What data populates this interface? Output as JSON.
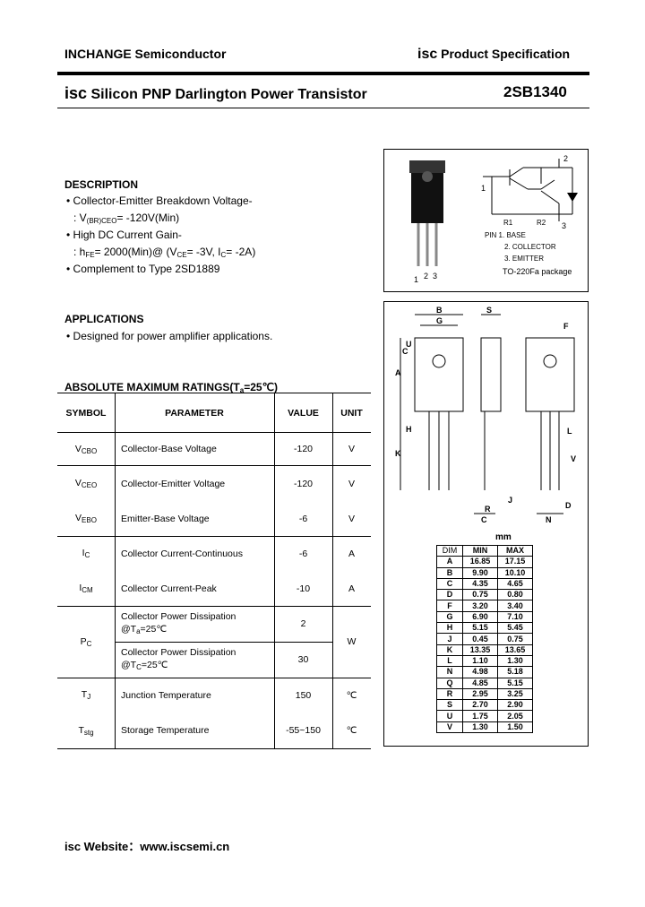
{
  "header": {
    "company": "INCHANGE Semiconductor",
    "spec_prefix": "isc",
    "spec_text": "Product Specification"
  },
  "title": {
    "prefix": "isc",
    "text": "Silicon PNP Darlington Power Transistor",
    "part_number": "2SB1340"
  },
  "description": {
    "heading": "DESCRIPTION",
    "line1": "• Collector-Emitter Breakdown Voltage-",
    "line2_pre": ": V",
    "line2_sub": "(BR)CEO",
    "line2_post": "= -120V(Min)",
    "line3": "• High DC Current Gain-",
    "line4_pre": ": h",
    "line4_sub1": "FE",
    "line4_mid": "=  2000(Min)@ (V",
    "line4_sub2": "CE",
    "line4_mid2": "= -3V, I",
    "line4_sub3": "C",
    "line4_post": "= -2A)",
    "line5": "• Complement to Type 2SD1889"
  },
  "applications": {
    "heading": "APPLICATIONS",
    "line1": "• Designed for power amplifier applications."
  },
  "ratings": {
    "heading_pre": "ABSOLUTE MAXIMUM RATINGS(T",
    "heading_sub": "a",
    "heading_post": "=25℃)",
    "columns": [
      "SYMBOL",
      "PARAMETER",
      "VALUE",
      "UNIT"
    ],
    "rows": [
      {
        "sym": "V",
        "sub": "CBO",
        "param": "Collector-Base Voltage",
        "value": "-120",
        "unit": "V"
      },
      {
        "sym": "V",
        "sub": "CEO",
        "param": "Collector-Emitter Voltage",
        "value": "-120",
        "unit": "V"
      },
      {
        "sym": "V",
        "sub": "EBO",
        "param": "Emitter-Base Voltage",
        "value": "-6",
        "unit": "V"
      },
      {
        "sym": "I",
        "sub": "C",
        "param": "Collector Current-Continuous",
        "value": "-6",
        "unit": "A"
      },
      {
        "sym": "I",
        "sub": "CM",
        "param": "Collector Current-Peak",
        "value": "-10",
        "unit": "A"
      },
      {
        "sym": "P",
        "sub": "C",
        "param1a": "Collector Power Dissipation",
        "param1b_pre": "@T",
        "param1b_sub": "a",
        "param1b_post": "=25℃",
        "value1": "2",
        "param2a": "Collector Power Dissipation",
        "param2b_pre": "@T",
        "param2b_sub": "C",
        "param2b_post": "=25℃",
        "value2": "30",
        "unit": "W"
      },
      {
        "sym": "T",
        "sub": "J",
        "param": "Junction Temperature",
        "value": "150",
        "unit": "℃"
      },
      {
        "sym": "T",
        "sub": "stg",
        "param": "Storage Temperature",
        "value": "-55~150",
        "unit": "℃"
      }
    ]
  },
  "package_figure": {
    "pin_labels": [
      "1",
      "2",
      "3"
    ],
    "circuit_labels": [
      "2",
      "1",
      "3",
      "R1",
      "R2"
    ],
    "pin_desc": [
      "PIN  1. BASE",
      "2. COLLECTOR",
      "3. EMITTER"
    ],
    "package": "TO-220Fa package"
  },
  "dims": {
    "unit": "mm",
    "columns": [
      "DIM",
      "MIN",
      "MAX"
    ],
    "rows": [
      [
        "A",
        "16.85",
        "17.15"
      ],
      [
        "B",
        "9.90",
        "10.10"
      ],
      [
        "C",
        "4.35",
        "4.65"
      ],
      [
        "D",
        "0.75",
        "0.80"
      ],
      [
        "F",
        "3.20",
        "3.40"
      ],
      [
        "G",
        "6.90",
        "7.10"
      ],
      [
        "H",
        "5.15",
        "5.45"
      ],
      [
        "J",
        "0.45",
        "0.75"
      ],
      [
        "K",
        "13.35",
        "13.65"
      ],
      [
        "L",
        "1.10",
        "1.30"
      ],
      [
        "N",
        "4.98",
        "5.18"
      ],
      [
        "Q",
        "4.85",
        "5.15"
      ],
      [
        "R",
        "2.95",
        "3.25"
      ],
      [
        "S",
        "2.70",
        "2.90"
      ],
      [
        "U",
        "1.75",
        "2.05"
      ],
      [
        "V",
        "1.30",
        "1.50"
      ]
    ],
    "drawing_labels": [
      "B",
      "G",
      "S",
      "U",
      "C",
      "A",
      "H",
      "K",
      "F",
      "L",
      "V",
      "J",
      "R",
      "C",
      "D",
      "N"
    ]
  },
  "footer": {
    "label": "isc Website：",
    "url": "www.iscsemi.cn"
  }
}
